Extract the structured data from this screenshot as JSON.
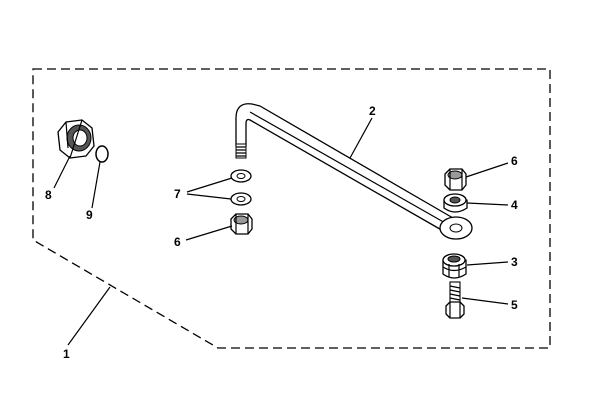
{
  "callouts": {
    "c1": "1",
    "c2": "2",
    "c3": "3",
    "c4": "4",
    "c5": "5",
    "c6a": "6",
    "c6b": "6",
    "c7": "7",
    "c8": "8",
    "c9": "9"
  }
}
